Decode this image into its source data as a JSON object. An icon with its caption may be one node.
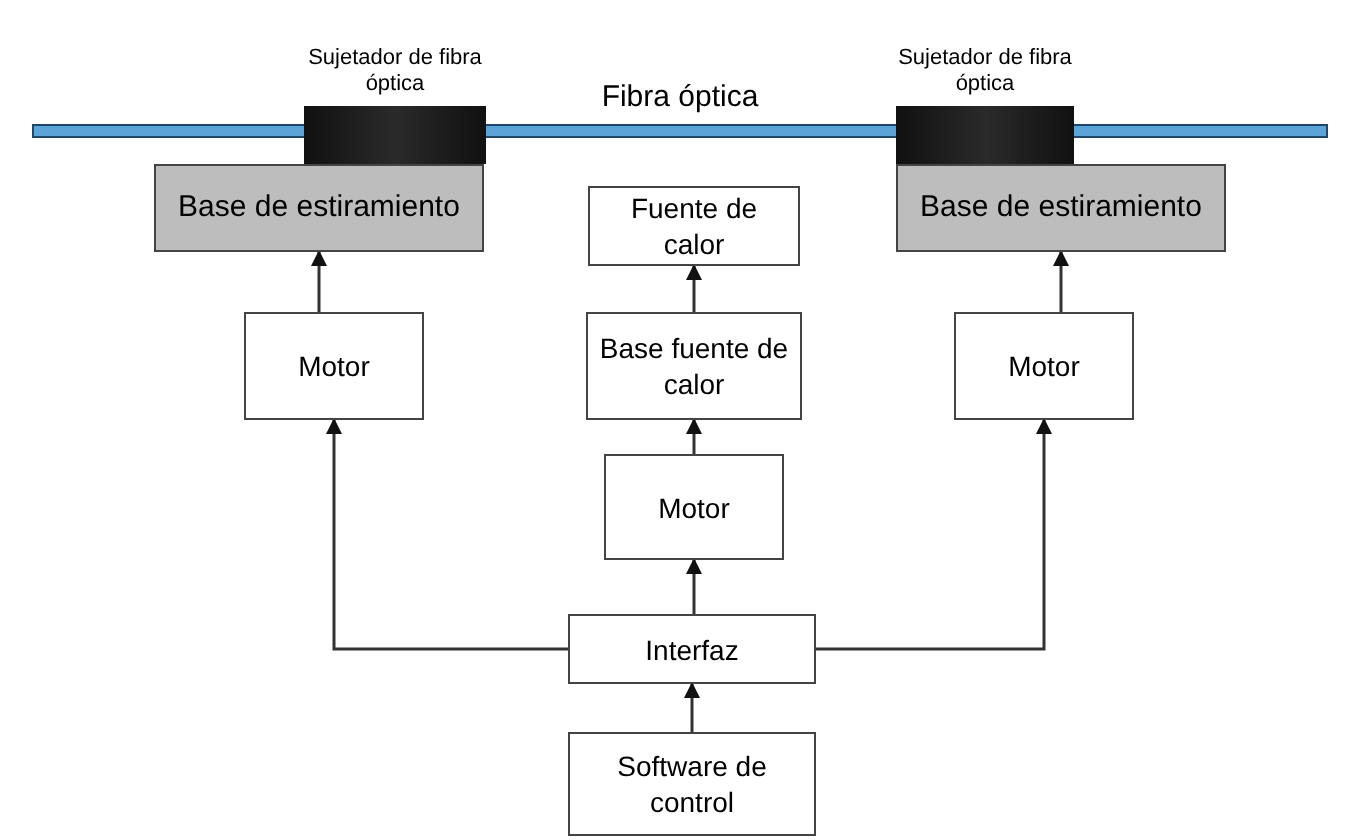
{
  "diagram": {
    "nodes": [
      {
        "text": [
          "Sujetador de fibra óptica"
        ]
      },
      {
        "text": [
          "Fibra óptica"
        ]
      },
      {
        "text": [
          "Sujetador de fibra óptica"
        ]
      },
      {
        "text": [
          "Base de estiramiento"
        ]
      },
      {
        "text": [
          "Fuente de calor"
        ]
      },
      {
        "text": [
          "Base de estiramiento"
        ]
      },
      {
        "text": [
          "Motor"
        ]
      },
      {
        "text": [
          "Base fuente de calor"
        ]
      },
      {
        "text": [
          "Motor"
        ]
      },
      {
        "text": [
          "Motor"
        ]
      },
      {
        "text": [
          "Interfaz"
        ]
      },
      {
        "text": [
          "Software de control"
        ]
      }
    ],
    "edges": [
      {
        "from": 6,
        "to": 3,
        "arrow": "to"
      },
      {
        "from": 7,
        "to": 4,
        "arrow": "to"
      },
      {
        "from": 8,
        "to": 5,
        "arrow": "to"
      },
      {
        "from": 9,
        "to": 7,
        "arrow": "to"
      },
      {
        "from": 10,
        "to": 9,
        "arrow": "to"
      },
      {
        "from": 10,
        "to": 6,
        "arrow": "to"
      },
      {
        "from": 10,
        "to": 8,
        "arrow": "to"
      },
      {
        "from": 11,
        "to": 10,
        "arrow": "to"
      }
    ]
  }
}
